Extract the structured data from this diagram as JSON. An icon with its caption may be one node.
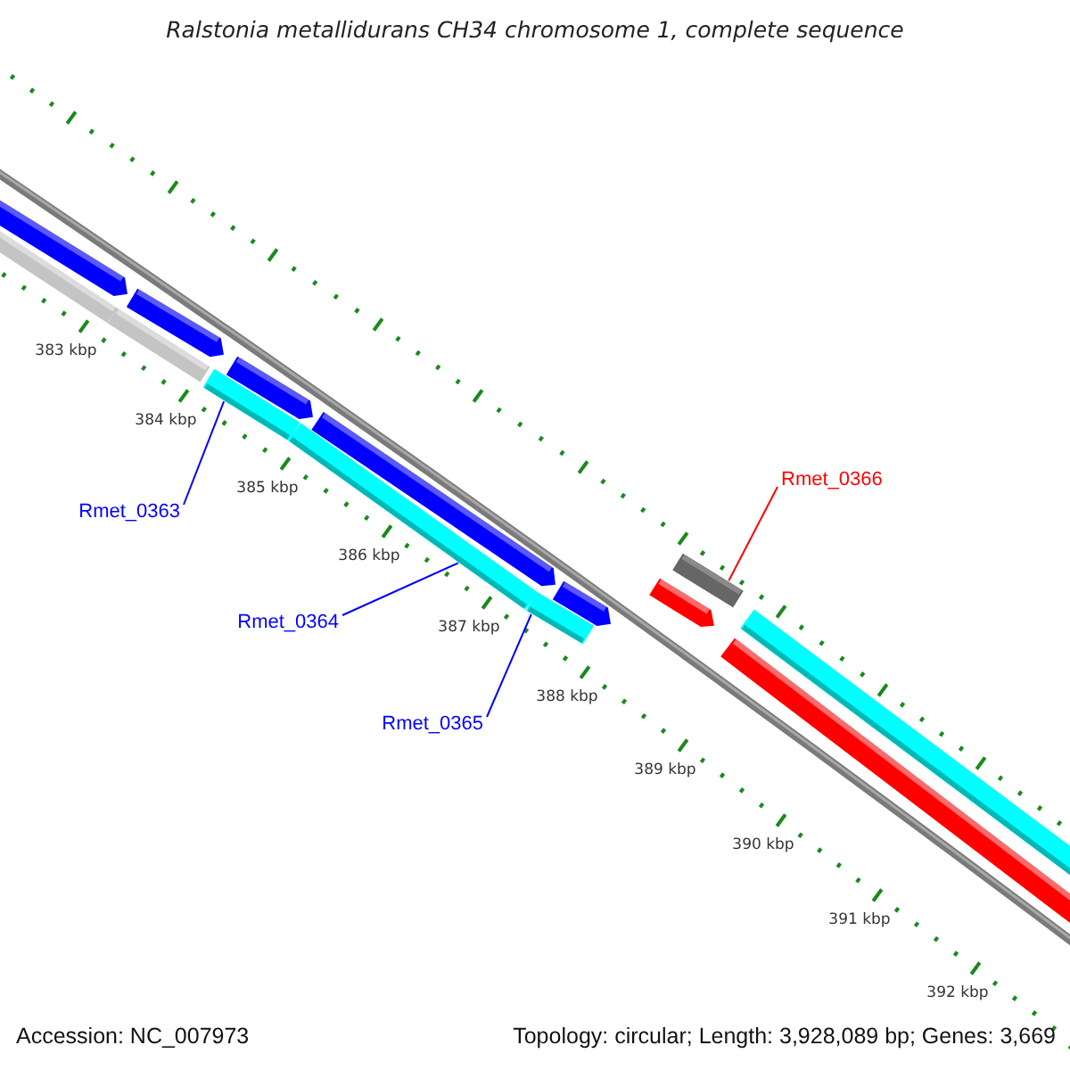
{
  "diagram": {
    "title": "Ralstonia metallidurans CH34 chromosome 1, complete sequence",
    "nodes": [
      {
        "text": [
          "Rmet_0363"
        ]
      },
      {
        "text": [
          "Rmet_0364"
        ]
      },
      {
        "text": [
          "Rmet_0365"
        ]
      },
      {
        "text": [
          "Rmet_0366"
        ]
      },
      {
        "text": [],
        "shape": "bar"
      },
      {
        "text": [],
        "shape": "bar"
      },
      {
        "text": [],
        "shape": "bar"
      },
      {
        "text": [],
        "shape": "bar"
      },
      {
        "text": [],
        "shape": "bar"
      },
      {
        "text": [],
        "shape": "bar"
      },
      {
        "text": [],
        "shape": "bar"
      },
      {
        "text": [],
        "shape": "bar"
      },
      {
        "text": [],
        "shape": "bar"
      },
      {
        "text": [],
        "shape": "bar"
      },
      {
        "text": [],
        "shape": "bar"
      },
      {
        "text": [],
        "shape": "bar"
      },
      {
        "text": [],
        "shape": "bar"
      },
      {
        "text": [],
        "shape": "bar"
      }
    ],
    "edges": [
      {
        "from": 0,
        "to": 8,
        "arrow": "none"
      },
      {
        "from": 1,
        "to": 10,
        "arrow": "none"
      },
      {
        "from": 2,
        "to": 12,
        "arrow": "none"
      },
      {
        "from": 3,
        "to": 15,
        "arrow": "none",
        "color": "#ff0000"
      }
    ],
    "labels": [
      "383 kbp",
      "384 kbp",
      "385 kbp",
      "386 kbp",
      "387 kbp",
      "388 kbp",
      "389 kbp",
      "390 kbp",
      "391 kbp",
      "392 kbp",
      "Accession: NC_007973",
      "Topology: circular; Length: 3,928,089 bp; Genes: 3,669"
    ]
  }
}
